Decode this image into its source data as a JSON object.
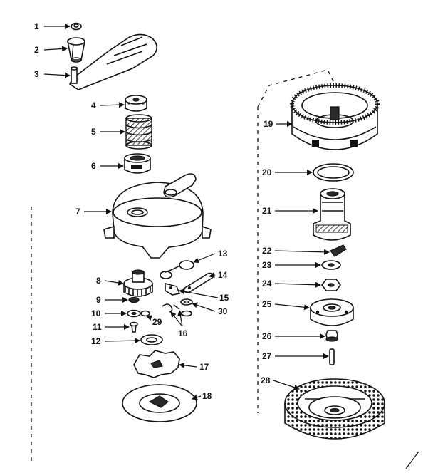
{
  "colors": {
    "ink": "#111111",
    "paper": "#ffffff"
  },
  "labels": {
    "p1": "1",
    "p2": "2",
    "p3": "3",
    "p4": "4",
    "p5": "5",
    "p6": "6",
    "p7": "7",
    "p8": "8",
    "p9": "9",
    "p10": "10",
    "p11": "11",
    "p12": "12",
    "p13": "13",
    "p14": "14",
    "p15": "15",
    "p16": "16",
    "p17": "17",
    "p18": "18",
    "p19": "19",
    "p20": "20",
    "p21": "21",
    "p22": "22",
    "p23": "23",
    "p24": "24",
    "p25": "25",
    "p26": "26",
    "p27": "27",
    "p28": "28",
    "p29": "29",
    "p30": "30"
  }
}
